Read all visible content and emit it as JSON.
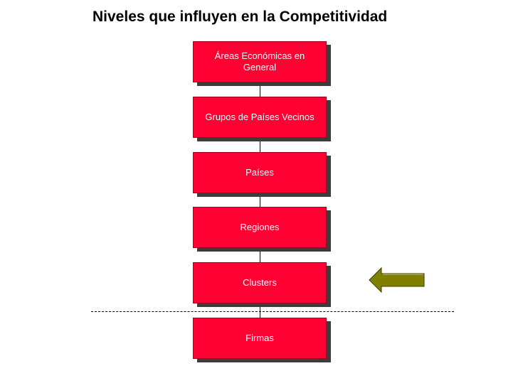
{
  "title": "Niveles que influyen en la Competitividad",
  "levels": [
    {
      "label": "Áreas Económicas en General"
    },
    {
      "label": "Grupos de Países Vecinos"
    },
    {
      "label": "Países"
    },
    {
      "label": "Regiones"
    },
    {
      "label": "Clusters"
    },
    {
      "label": "Firmas"
    }
  ],
  "colors": {
    "box_fill": "#ff0033",
    "box_shadow": "#3c3c3c",
    "arrow_fill": "#808000"
  },
  "icons": {
    "pointer": "left-arrow-icon"
  }
}
